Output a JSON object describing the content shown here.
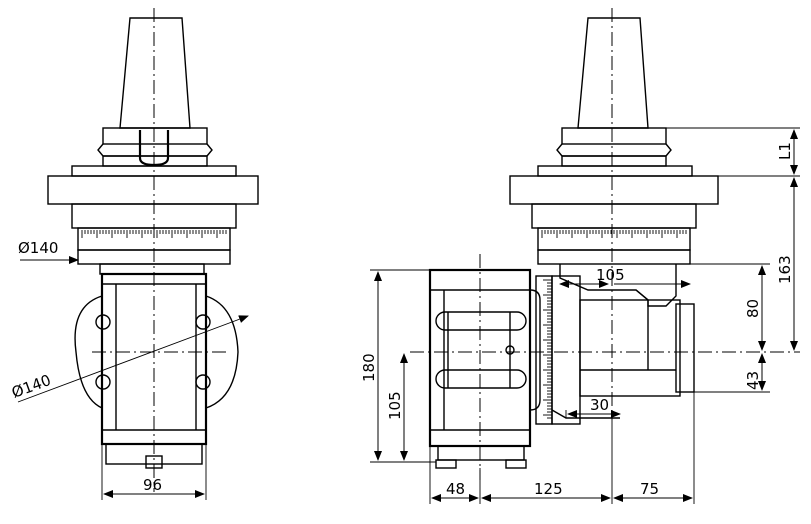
{
  "drawing": {
    "left_view": {
      "dim_diameter_top": "Ø140",
      "dim_diameter_flange": "Ø140",
      "dim_width": "96"
    },
    "right_view": {
      "dim_L1": "L1",
      "dim_163": "163",
      "dim_105_top": "105",
      "dim_80": "80",
      "dim_43": "43",
      "dim_180": "180",
      "dim_105_left": "105",
      "dim_30": "30",
      "dim_48": "48",
      "dim_125": "125",
      "dim_75": "75"
    }
  }
}
